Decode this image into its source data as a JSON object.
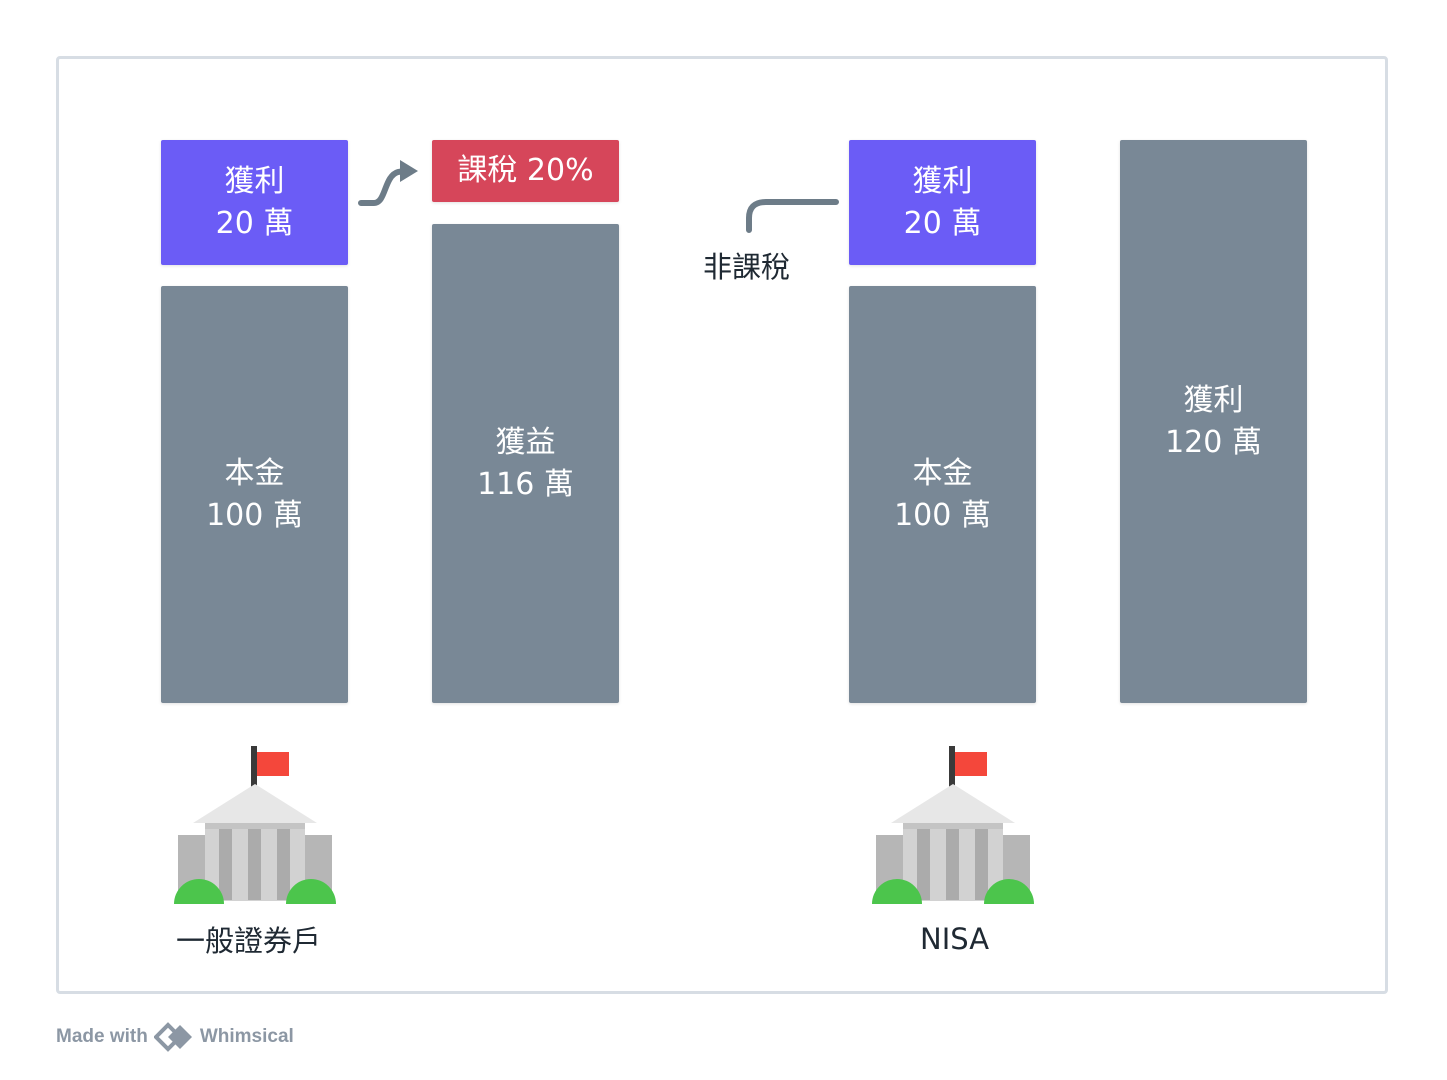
{
  "left": {
    "profit_box": {
      "line1": "獲利",
      "line2": "20 萬"
    },
    "principal_box": {
      "line1": "本金",
      "line2": "100 萬"
    },
    "tax_box": {
      "label": "課稅 20%"
    },
    "gain_box": {
      "line1": "獲益",
      "line2": "116 萬"
    },
    "caption": "一般證券戶"
  },
  "right": {
    "non_tax_label": "非課稅",
    "profit_box": {
      "line1": "獲利",
      "line2": "20 萬"
    },
    "principal_box": {
      "line1": "本金",
      "line2": "100 萬"
    },
    "total_box": {
      "line1": "獲利",
      "line2": "120 萬"
    },
    "caption": "NISA"
  },
  "footer": {
    "made_with": "Made with",
    "brand": "Whimsical"
  },
  "colors": {
    "profit": "#6b5cf6",
    "principal": "#798896",
    "tax": "#d6465a",
    "border": "#d7dde4"
  },
  "icons": [
    "bank-building-icon",
    "flag-icon",
    "curved-arrow-icon",
    "whimsical-logo-icon"
  ]
}
